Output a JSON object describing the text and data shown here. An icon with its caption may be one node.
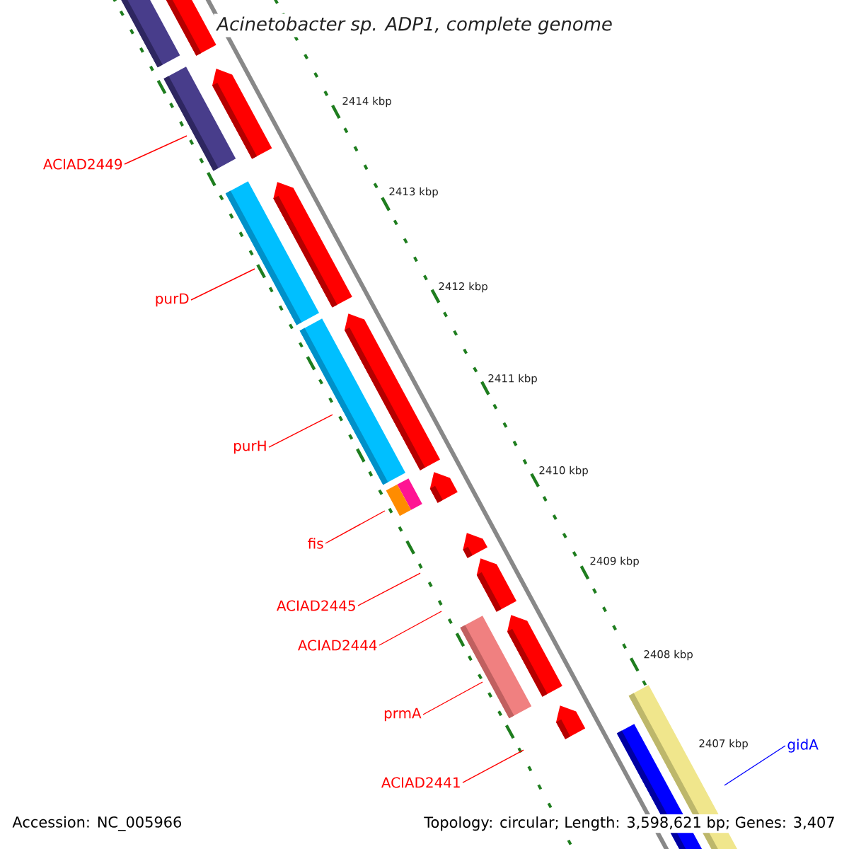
{
  "diagram": {
    "title": "Acinetobacter sp. ADP1, complete genome",
    "nodes": [
      {
        "text": [
          "ACIAD2449"
        ]
      },
      {
        "text": [
          "purD"
        ]
      },
      {
        "text": [
          "purH"
        ]
      },
      {
        "text": [
          "fis"
        ]
      },
      {
        "text": [
          "ACIAD2445"
        ]
      },
      {
        "text": [
          "ACIAD2444"
        ]
      },
      {
        "text": [
          "prmA"
        ]
      },
      {
        "text": [
          "ACIAD2441"
        ]
      },
      {
        "text": [
          "gidA"
        ]
      }
    ],
    "edges": [
      {
        "from": 0,
        "to": null,
        "arrow": "none"
      },
      {
        "from": 1,
        "to": null,
        "arrow": "none"
      },
      {
        "from": 2,
        "to": null,
        "arrow": "none"
      },
      {
        "from": 3,
        "to": null,
        "arrow": "none"
      },
      {
        "from": 4,
        "to": null,
        "arrow": "none"
      },
      {
        "from": 5,
        "to": null,
        "arrow": "none"
      },
      {
        "from": 6,
        "to": null,
        "arrow": "none"
      },
      {
        "from": 7,
        "to": null,
        "arrow": "none"
      },
      {
        "from": 8,
        "to": null,
        "arrow": "none",
        "color": "#0000ff"
      }
    ],
    "labels": [
      "2414 kbp",
      "2413 kbp",
      "2412 kbp",
      "2411 kbp",
      "2410 kbp",
      "2409 kbp",
      "2408 kbp",
      "2407 kbp",
      "Accession: NC_005966",
      "Topology: circular; Length: 3,598,621 bp; Genes: 3,407"
    ]
  }
}
